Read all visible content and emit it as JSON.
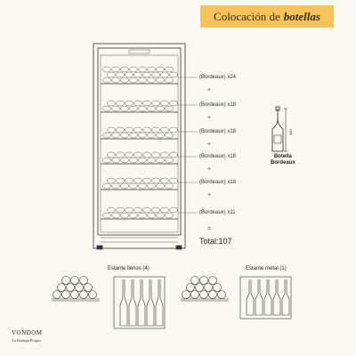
{
  "title": {
    "plain": "Colocación de",
    "emphasis": "botellas"
  },
  "shelves": [
    {
      "label": "(Bordeaux) x24"
    },
    {
      "label": "(Bordeaux) x18"
    },
    {
      "label": "(Bordeaux) x18"
    },
    {
      "label": "(Bordeaux) x18"
    },
    {
      "label": "(Bordeaux) x18"
    },
    {
      "label": "(Bordeaux) x11"
    }
  ],
  "plus_sign": "+",
  "equals_sign": "=",
  "total": "Total:107",
  "bottle": {
    "line1": "Botella",
    "line2": "Bordeaux",
    "height_mm": "300"
  },
  "shelf_types": {
    "full": "Estante llenos (4)",
    "metal": "Estante metal (1)"
  },
  "brand": "VONDOM",
  "tagline": "Tu Bodega Propia",
  "colors": {
    "accent": "#f5c35a",
    "line": "#333333",
    "background": "#fbf8f0"
  }
}
